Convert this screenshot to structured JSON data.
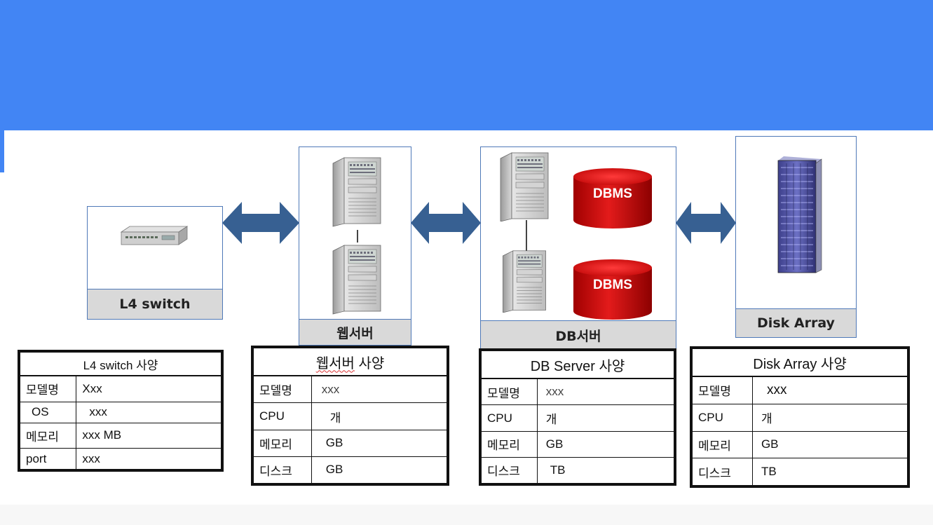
{
  "diagram": {
    "nodes": [
      {
        "id": "l4",
        "caption": "L4 switch"
      },
      {
        "id": "web",
        "caption": "웹서버"
      },
      {
        "id": "db",
        "caption": "DB서버",
        "db_labels": [
          "DBMS",
          "DBMS"
        ]
      },
      {
        "id": "disk",
        "caption": "Disk Array"
      }
    ],
    "edges": [
      {
        "from": "l4",
        "to": "web",
        "type": "bidirectional"
      },
      {
        "from": "web",
        "to": "db",
        "type": "bidirectional"
      },
      {
        "from": "db",
        "to": "disk",
        "type": "bidirectional"
      }
    ]
  },
  "specs": {
    "l4": {
      "title": "L4 switch 사양",
      "rows": [
        {
          "k": "모델명",
          "v": "Xxx"
        },
        {
          "k": "OS",
          "v": "xxx"
        },
        {
          "k": "메모리",
          "v": "xxx MB"
        },
        {
          "k": "port",
          "v": "xxx"
        }
      ]
    },
    "web": {
      "title_part1": "웹서버",
      "title_part2": " 사양",
      "rows": [
        {
          "k": "모델명",
          "v": "xxx"
        },
        {
          "k": "CPU",
          "v": "개"
        },
        {
          "k": "메모리",
          "v": "GB"
        },
        {
          "k": "디스크",
          "v": "GB"
        }
      ]
    },
    "db": {
      "title": "DB Server 사양",
      "rows": [
        {
          "k": "모델명",
          "v": "xxx"
        },
        {
          "k": "CPU",
          "v": "개"
        },
        {
          "k": "메모리",
          "v": "GB"
        },
        {
          "k": "디스크",
          "v": "TB"
        }
      ]
    },
    "disk": {
      "title": "Disk Array 사양",
      "rows": [
        {
          "k": "모델명",
          "v": "xxx"
        },
        {
          "k": "CPU",
          "v": "개"
        },
        {
          "k": "메모리",
          "v": "GB"
        },
        {
          "k": "디스크",
          "v": "TB"
        }
      ]
    }
  },
  "colors": {
    "banner": "#4285f4",
    "arrow": "#376092",
    "dbms": "#d21414",
    "box_border": "#4f79b8",
    "caption_bg": "#d9d9d9"
  },
  "icons": [
    "switch-icon",
    "server-tower-icon",
    "database-cylinder-icon",
    "disk-array-rack-icon"
  ]
}
